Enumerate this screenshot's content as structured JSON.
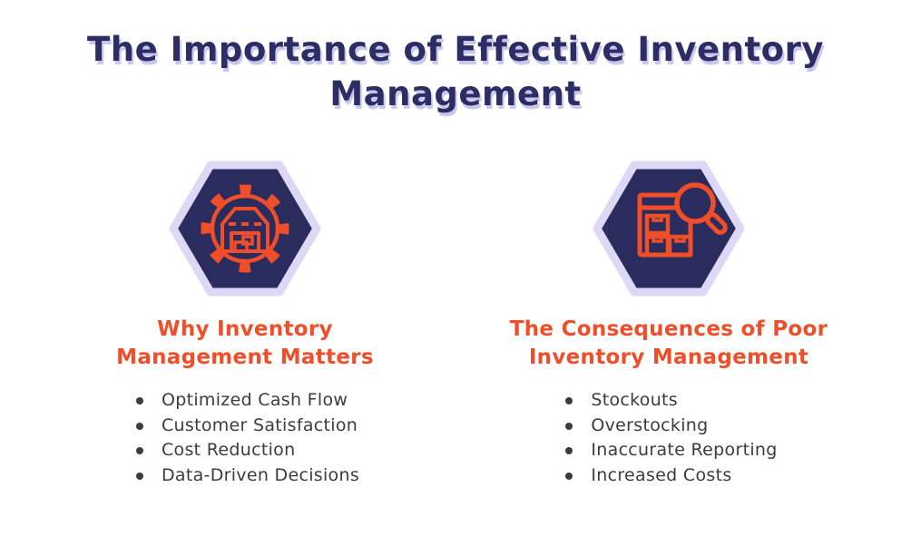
{
  "title": "The Importance of Effective Inventory Management",
  "colors": {
    "navy": "#2B2D63",
    "orange": "#F04E29",
    "hexfill": "#2A2C5D",
    "hexborder": "#DCD8F6",
    "text": "#3B3B40",
    "shadow": "#C9C5EF",
    "bg": "#FFFFFF"
  },
  "columns": [
    {
      "icon": "warehouse-gear-icon",
      "heading": "Why Inventory Management Matters",
      "items": [
        "Optimized Cash Flow",
        "Customer Satisfaction",
        "Cost Reduction",
        "Data-Driven Decisions"
      ]
    },
    {
      "icon": "inventory-search-icon",
      "heading": "The Consequences of Poor Inventory Management",
      "items": [
        "Stockouts",
        "Overstocking",
        "Inaccurate Reporting",
        "Increased Costs"
      ]
    }
  ]
}
